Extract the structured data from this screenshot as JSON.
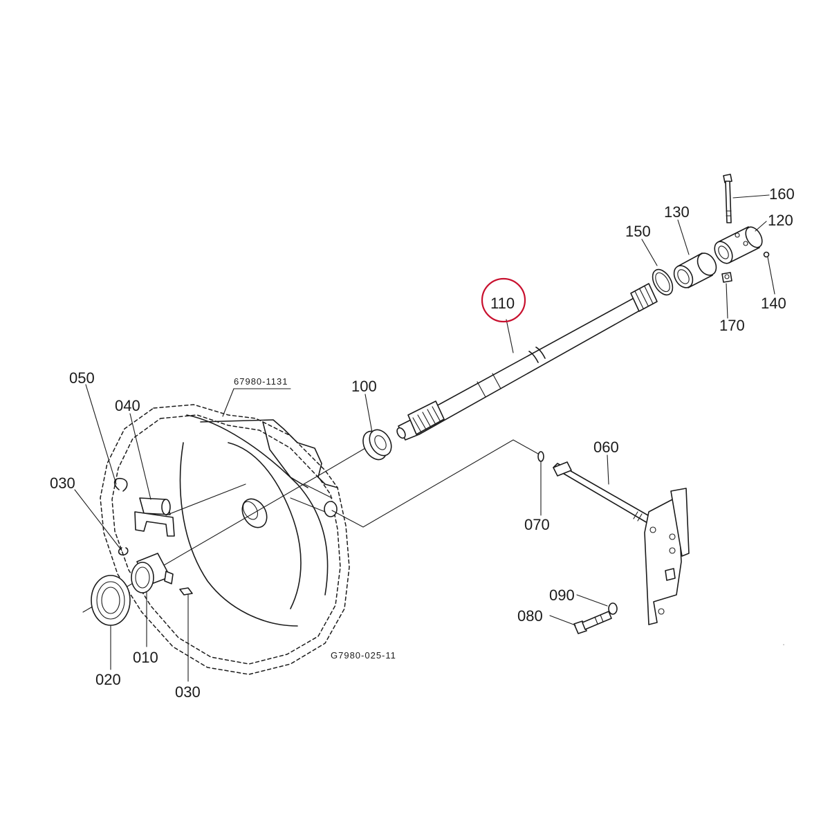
{
  "callouts": {
    "c010": "010",
    "c020": "020",
    "c030a": "030",
    "c030b": "030",
    "c040": "040",
    "c050": "050",
    "c060": "060",
    "c070": "070",
    "c080": "080",
    "c090": "090",
    "c100": "100",
    "c110": "110",
    "c120": "120",
    "c130": "130",
    "c140": "140",
    "c150": "150",
    "c160": "160",
    "c170": "170"
  },
  "ref_labels": {
    "housing_part_no": "67980-1131",
    "diagram_code": "G7980-025-11"
  },
  "highlight": {
    "callout": "110",
    "color": "#c8102e"
  }
}
